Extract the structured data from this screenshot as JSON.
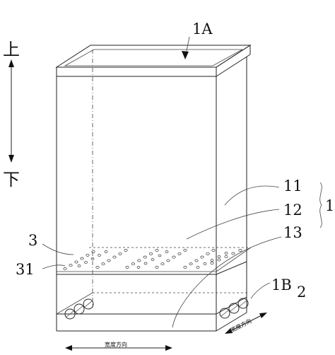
{
  "labels": {
    "top_label": "1A",
    "bottom_label": "1B",
    "right_group": "1",
    "part_11": "11",
    "part_12": "12",
    "part_13": "13",
    "part_2": "2",
    "part_3": "3",
    "part_31": "31"
  },
  "direction": {
    "up": "上",
    "down": "下",
    "width_front": "宽度方向",
    "width_side": "宽度方向"
  },
  "colors": {
    "stroke": "#222222",
    "background": "#ffffff"
  }
}
